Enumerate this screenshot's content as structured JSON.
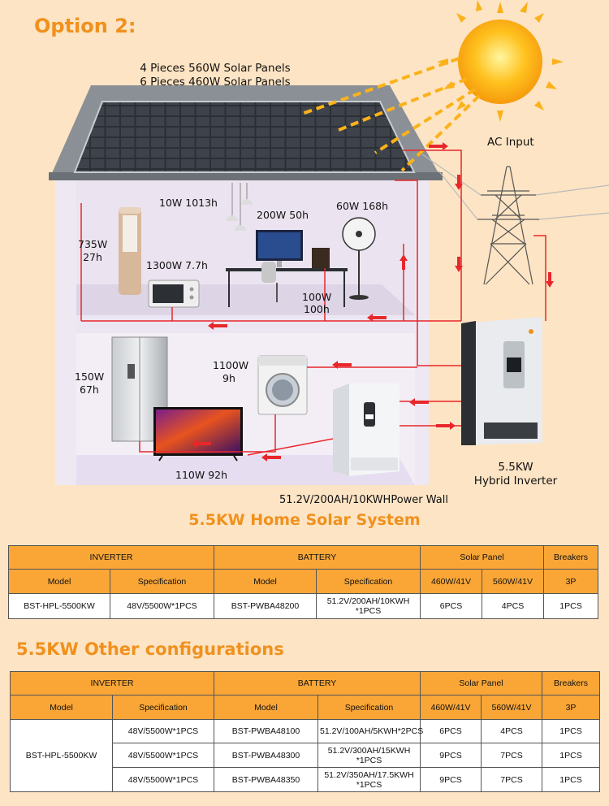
{
  "option_title": "Option 2:",
  "labels": {
    "panels_line1": "4 Pieces 560W Solar Panels",
    "panels_line2": "6 Pieces 460W Solar Panels",
    "ac_input": "AC Input",
    "lamp": "10W 1013h",
    "computer": "200W 50h",
    "fan": "60W 168h",
    "ac_unit_line1": "735W",
    "ac_unit_line2": "27h",
    "microwave": "1300W 7.7h",
    "speaker_line1": "100W",
    "speaker_line2": "100h",
    "washer_line1": "1100W",
    "washer_line2": "9h",
    "fridge_line1": "150W",
    "fridge_line2": "67h",
    "tv": "110W 92h",
    "inverter_line1": "5.5KW",
    "inverter_line2": "Hybrid Inverter",
    "powerwall": "51.2V/200AH/10KWHPower Wall"
  },
  "system_title": "5.5KW Home Solar System",
  "other_title": "5.5KW Other configurations",
  "table_headers": {
    "inverter": "INVERTER",
    "battery": "BATTERY",
    "solar_panel": "Solar Panel",
    "breakers": "Breakers",
    "model": "Model",
    "specification": "Specification",
    "panel_460": "460W/41V",
    "panel_560": "560W/41V",
    "breaker_3p": "3P"
  },
  "main_table": {
    "rows": [
      {
        "inv_model": "BST-HPL-5500KW",
        "inv_spec": "48V/5500W*1PCS",
        "bat_model": "BST-PWBA48200",
        "bat_spec_1": "51.2V/200AH/10KWH",
        "bat_spec_2": "*1PCS",
        "p460": "6PCS",
        "p560": "4PCS",
        "breakers": "1PCS"
      }
    ]
  },
  "other_table": {
    "inv_model": "BST-HPL-5500KW",
    "rows": [
      {
        "inv_spec": "48V/5500W*1PCS",
        "bat_model": "BST-PWBA48100",
        "bat_spec_1": "51.2V/100AH/5KWH*2PCS",
        "bat_spec_2": "",
        "p460": "6PCS",
        "p560": "4PCS",
        "breakers": "1PCS"
      },
      {
        "inv_spec": "48V/5500W*1PCS",
        "bat_model": "BST-PWBA48300",
        "bat_spec_1": "51.2V/300AH/15KWH",
        "bat_spec_2": "*1PCS",
        "p460": "9PCS",
        "p560": "7PCS",
        "breakers": "1PCS"
      },
      {
        "inv_spec": "48V/5500W*1PCS",
        "bat_model": "BST-PWBA48350",
        "bat_spec_1": "51.2V/350AH/17.5KWH",
        "bat_spec_2": "*1PCS",
        "p460": "9PCS",
        "p560": "7PCS",
        "breakers": "1PCS"
      }
    ]
  },
  "colors": {
    "accent_orange": "#f0911d",
    "header_orange": "#f9a637",
    "background": "#fde4c4",
    "wire_red": "#e8272b"
  }
}
